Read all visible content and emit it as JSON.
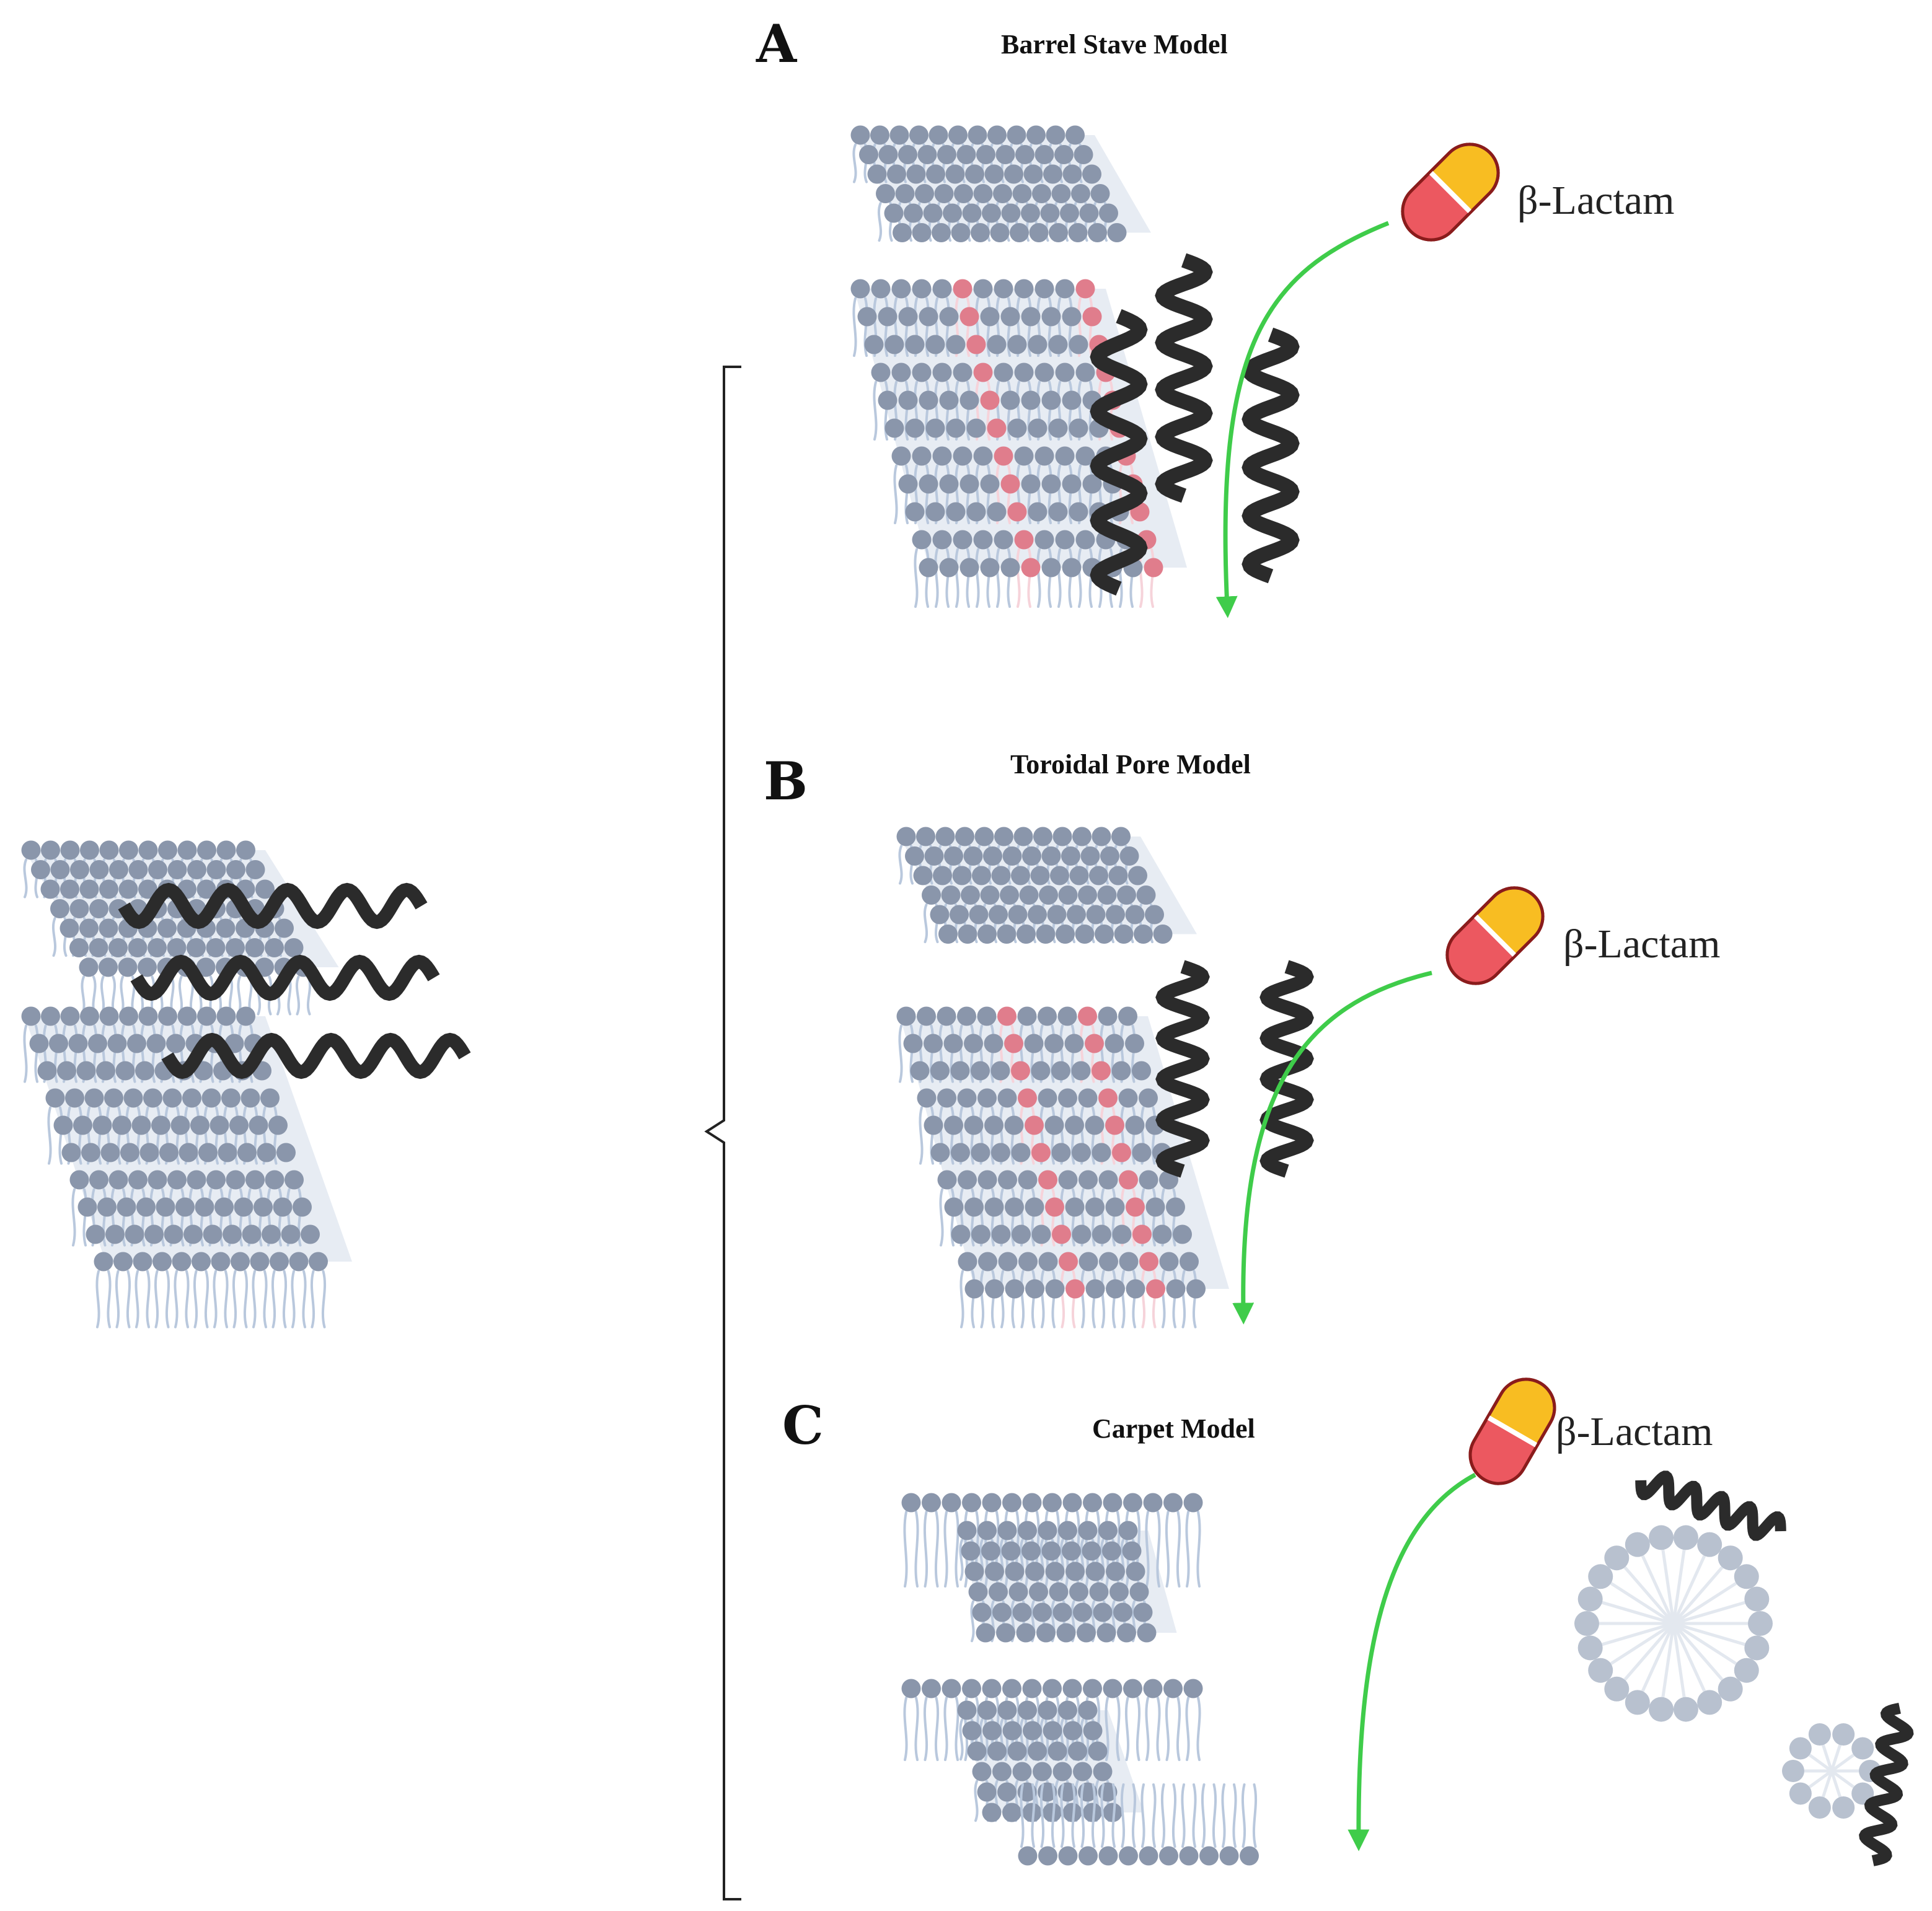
{
  "panels": [
    {
      "letter": "A",
      "title": "Barrel Stave Model",
      "drug_label": "β-Lactam"
    },
    {
      "letter": "B",
      "title": "Toroidal Pore Model",
      "drug_label": "β-Lactam"
    },
    {
      "letter": "C",
      "title": "Carpet Model",
      "drug_label": "β-Lactam"
    }
  ],
  "colors": {
    "lipid_head": "#8a96ab",
    "lipid_tail": "#b9c8dd",
    "pore_head": "#e07d8c",
    "pore_tail": "#f6d3da",
    "helix": "#2b2b2b",
    "arrow": "#3fcc4a",
    "capsule_top": "#f8bd22",
    "capsule_bottom": "#ec5860",
    "capsule_outline": "#8a1c1c",
    "micelle_head": "#b8c1cf"
  },
  "icons": [
    "capsule-icon",
    "peptide-helix-icon",
    "lipid-bilayer-icon",
    "micelle-icon",
    "bracket-icon"
  ]
}
